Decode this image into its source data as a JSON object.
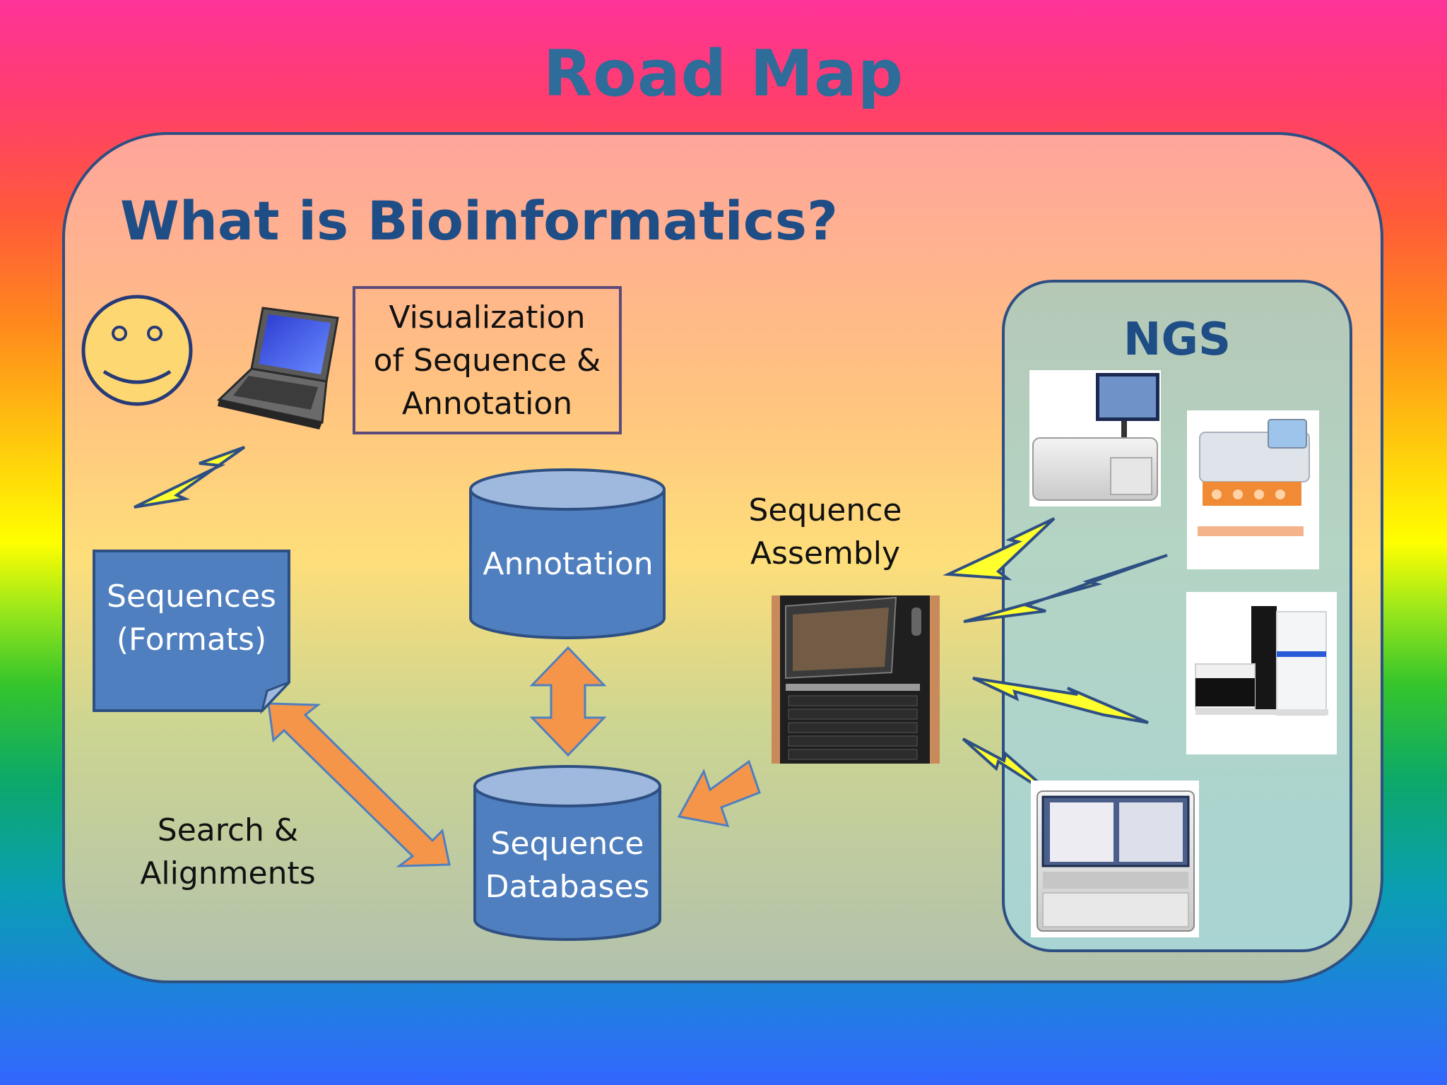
{
  "slide": {
    "title": "Road Map",
    "heading": "What is Bioinformatics?"
  },
  "ngs": {
    "title": "NGS",
    "instruments": [
      "sequencer-with-monitor",
      "benchtop-sequencer",
      "sequencer-tower",
      "automated-sequencer"
    ]
  },
  "labels": {
    "visualization": "Visualization of Sequence & Annotation",
    "annotation": "Annotation",
    "sequences": "Sequences (Formats)",
    "sequence_databases": "Sequence Databases",
    "search_alignments": "Search & Alignments",
    "sequence_assembly": "Sequence Assembly"
  },
  "icons": [
    "smiley-icon",
    "laptop-icon",
    "lightning-icon",
    "server-rack-icon"
  ],
  "colors": {
    "title": "#2e6c9a",
    "heading": "#1f4e86",
    "shape_fill": "#4f7fbf",
    "shape_border": "#2e4f82",
    "arrow": "#f5954a",
    "lightning": "#ffff2e"
  }
}
